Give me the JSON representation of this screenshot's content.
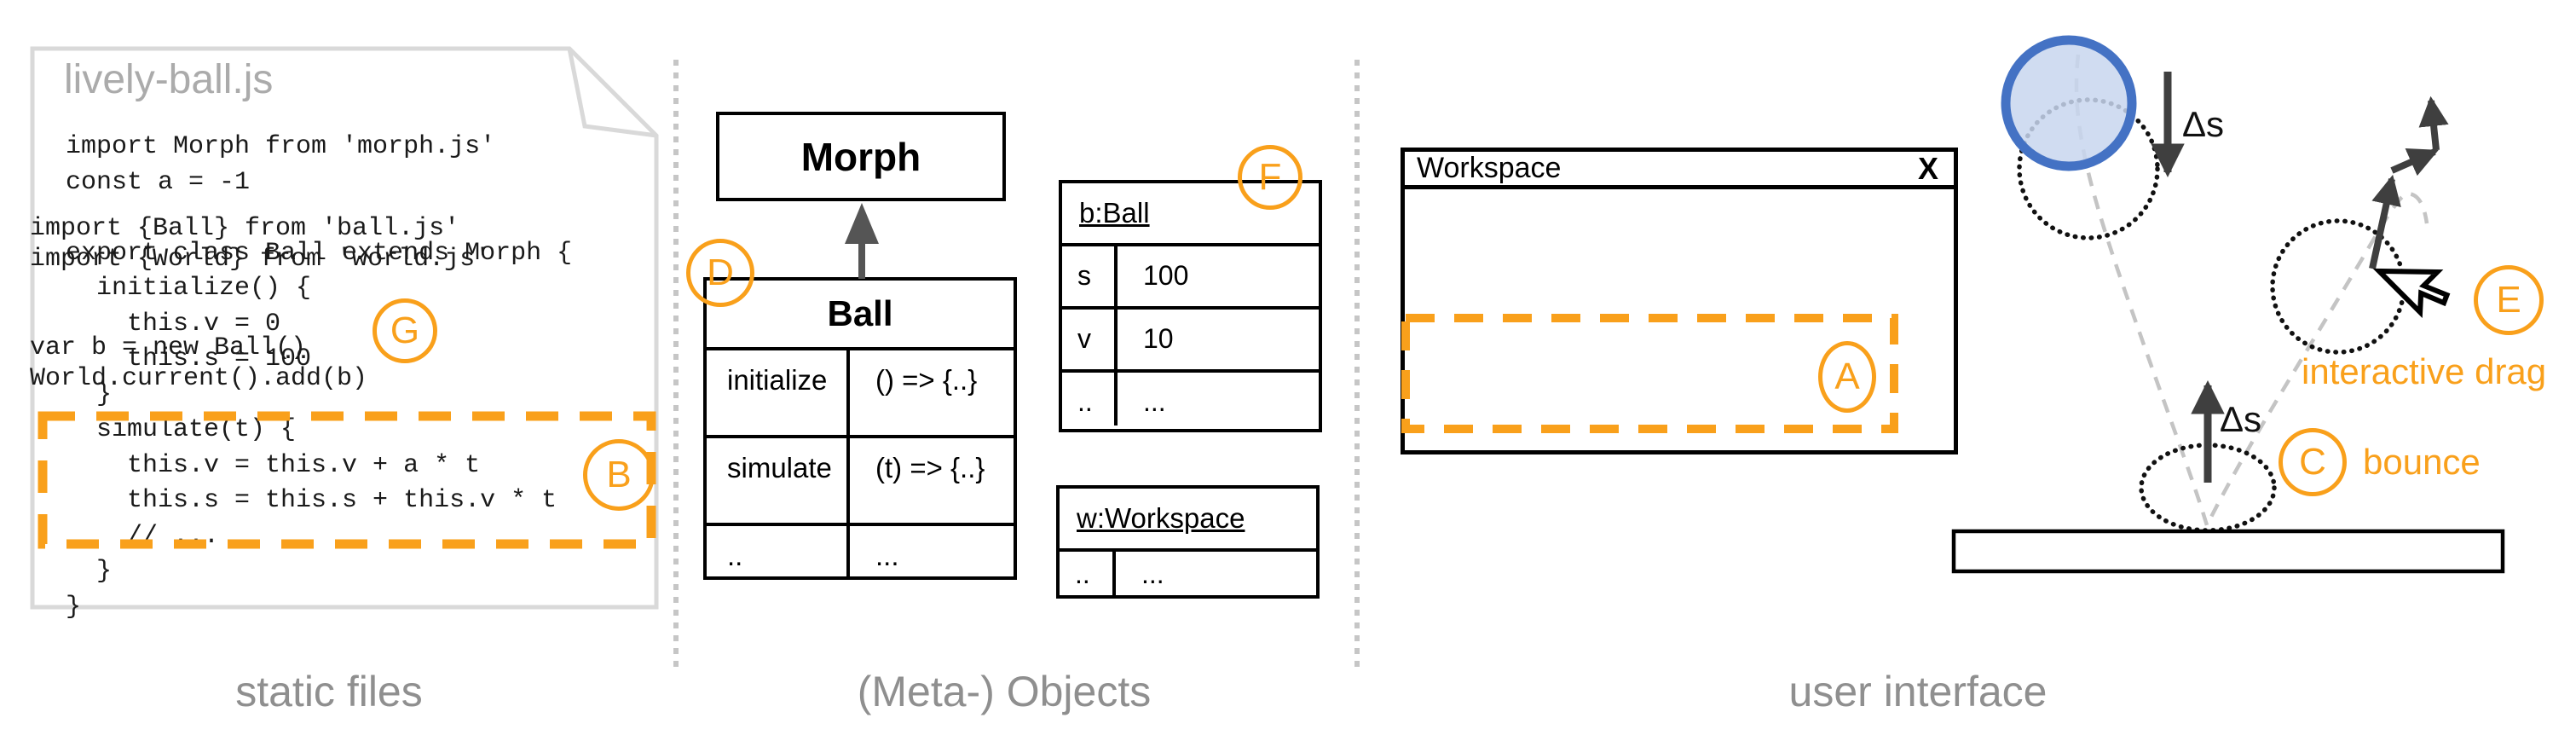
{
  "colors": {
    "accent_orange": "#f9a01b",
    "ball_blue_border": "#4472c4",
    "ball_blue_fill": "#c8d6ef",
    "file_border_grey": "#d9d9d9",
    "caption_grey": "#8f8f8f",
    "dark_arrow_grey": "#3f3f3f",
    "trajectory_grey": "#c4c4c4"
  },
  "captions": {
    "left": "static files",
    "middle": "(Meta-) Objects",
    "right": "user interface"
  },
  "file": {
    "name": "lively-ball.js",
    "lines": [
      "import Morph from 'morph.js'",
      "const a = -1",
      "",
      "export class Ball extends Morph {",
      "  initialize() {",
      "    this.v = 0",
      "    this.s = 100",
      "  }",
      "  simulate(t) {",
      "    this.v = this.v + a * t",
      "    this.s = this.s + this.v * t",
      "    // ...",
      "  }",
      "}"
    ]
  },
  "badges": {
    "a": "A",
    "b": "B",
    "c": "C",
    "d": "D",
    "e": "E",
    "f": "F",
    "g": "G"
  },
  "classes": {
    "morph": {
      "title": "Morph"
    },
    "ball": {
      "title": "Ball",
      "rows": [
        [
          "initialize",
          "() => {..}"
        ],
        [
          "simulate",
          "(t) => {..}"
        ],
        [
          "..",
          "..."
        ]
      ]
    }
  },
  "objects": {
    "b_ball": {
      "title": "b:Ball",
      "rows": [
        [
          "s",
          "100"
        ],
        [
          "v",
          "10"
        ],
        [
          "..",
          "..."
        ]
      ]
    },
    "w_workspace": {
      "title": "w:Workspace",
      "rows": [
        [
          "..",
          "..."
        ]
      ]
    }
  },
  "window": {
    "title": "Workspace",
    "close": "X",
    "lines": [
      "import {Ball} from 'ball.js'",
      "import {World} from 'world.js'",
      "",
      "var b = new Ball()",
      "World.current().add(b)"
    ]
  },
  "sim": {
    "delta_s": "Δs",
    "bounce": "bounce",
    "drag": "interactive drag"
  }
}
